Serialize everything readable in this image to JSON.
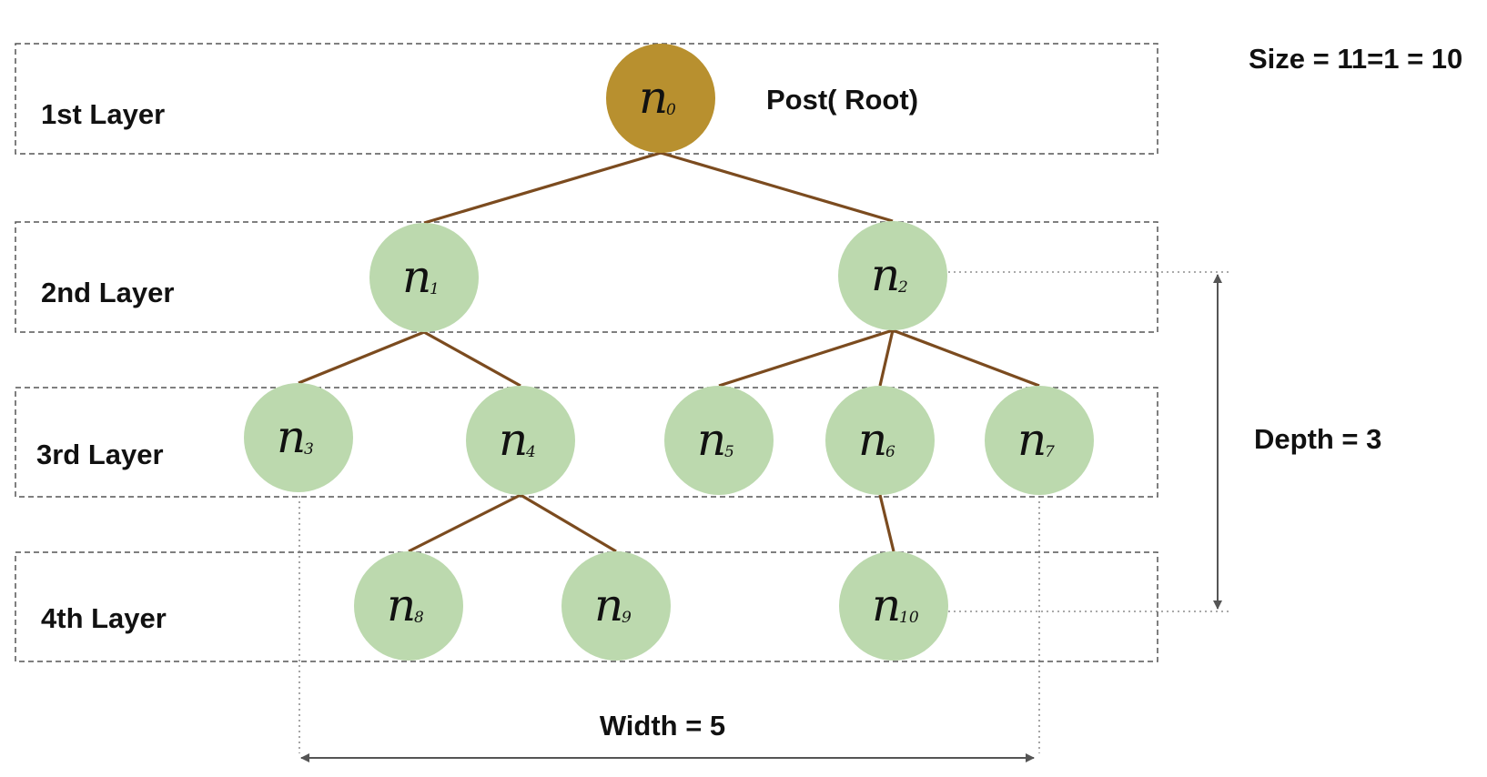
{
  "colors": {
    "root_fill": "#b8902f",
    "node_fill": "#bcd9ae",
    "edge": "#7b4b1f",
    "layer_border": "#555555",
    "guide": "#777777",
    "arrow": "#555555"
  },
  "layers": [
    {
      "id": "layer1",
      "label": "1st Layer"
    },
    {
      "id": "layer2",
      "label": "2nd Layer"
    },
    {
      "id": "layer3",
      "label": "3rd Layer"
    },
    {
      "id": "layer4",
      "label": "4th Layer"
    }
  ],
  "nodes": [
    {
      "id": "n0",
      "letter": "n",
      "sub": "0",
      "root": true
    },
    {
      "id": "n1",
      "letter": "n",
      "sub": "1"
    },
    {
      "id": "n2",
      "letter": "n",
      "sub": "2"
    },
    {
      "id": "n3",
      "letter": "n",
      "sub": "3"
    },
    {
      "id": "n4",
      "letter": "n",
      "sub": "4"
    },
    {
      "id": "n5",
      "letter": "n",
      "sub": "5"
    },
    {
      "id": "n6",
      "letter": "n",
      "sub": "6"
    },
    {
      "id": "n7",
      "letter": "n",
      "sub": "7"
    },
    {
      "id": "n8",
      "letter": "n",
      "sub": "8"
    },
    {
      "id": "n9",
      "letter": "n",
      "sub": "9"
    },
    {
      "id": "n10",
      "letter": "n",
      "sub": "10"
    }
  ],
  "edges": [
    [
      "n0",
      "n1"
    ],
    [
      "n0",
      "n2"
    ],
    [
      "n1",
      "n3"
    ],
    [
      "n1",
      "n4"
    ],
    [
      "n2",
      "n5"
    ],
    [
      "n2",
      "n6"
    ],
    [
      "n2",
      "n7"
    ],
    [
      "n4",
      "n8"
    ],
    [
      "n4",
      "n9"
    ],
    [
      "n6",
      "n10"
    ]
  ],
  "annotations": {
    "root_label": "Post( Root)",
    "size": "Size = 11=1 = 10",
    "depth": "Depth = 3",
    "width": "Width = 5"
  }
}
